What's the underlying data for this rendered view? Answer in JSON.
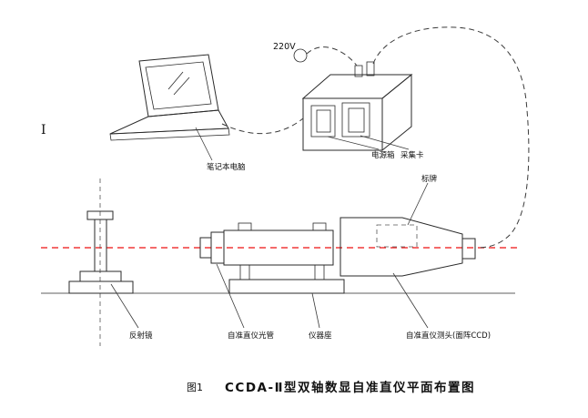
{
  "page": {
    "background": "#ffffff"
  },
  "diagram": {
    "left_mark": "I",
    "voltage_label": "220V",
    "labels": {
      "laptop": "笔记本电脑",
      "power_box": "电源箱",
      "capture_card": "采集卡",
      "nameplate": "标牌",
      "reflector": "反射镜",
      "collimator_tube": "自准直仪光管",
      "instrument_base": "仪器座",
      "measuring_head": "自准直仪测头(面阵CCD)"
    },
    "caption": {
      "figure": "图1",
      "title": "CCDA-Ⅱ型双轴数显自准直仪平面布置图"
    },
    "colors": {
      "line": "#2a2a2a",
      "optical_axis": "#ee1111",
      "label_text": "#111111"
    }
  }
}
